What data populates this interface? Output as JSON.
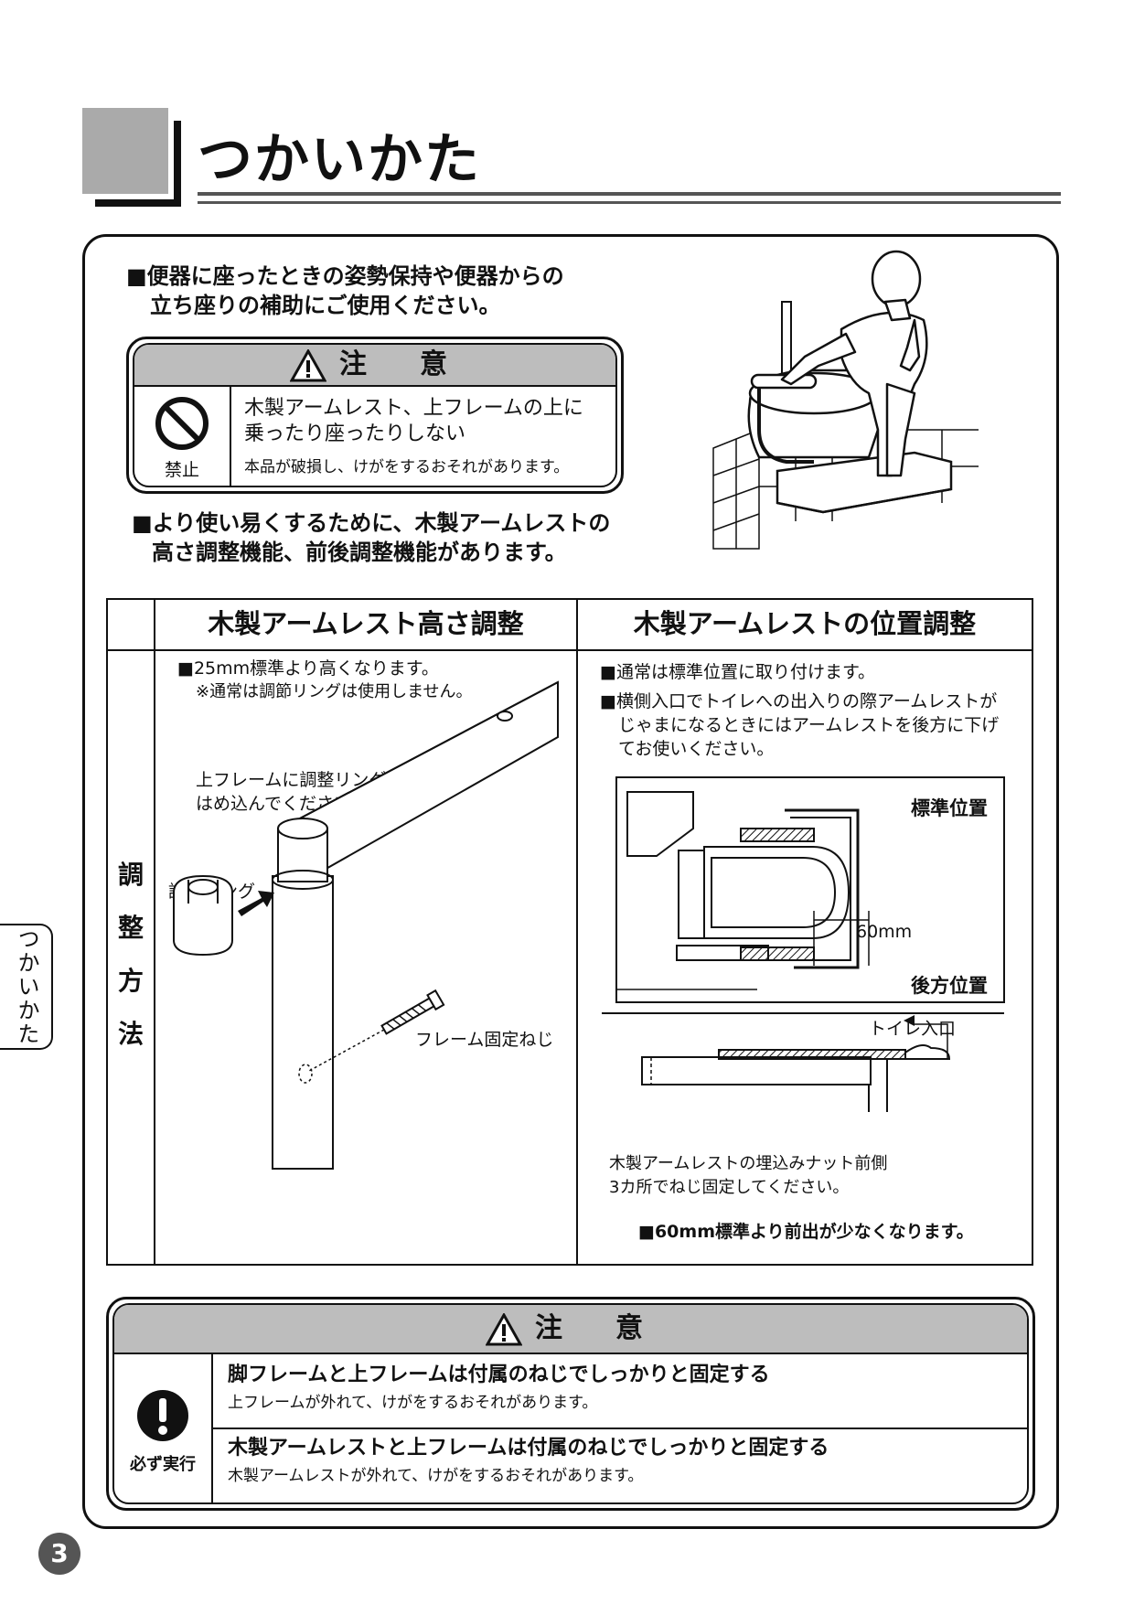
{
  "header": {
    "title": "つかいかた"
  },
  "intro": {
    "line1": "■便器に座ったときの姿勢保持や便器からの",
    "line2": "立ち座りの補助にご使用ください。"
  },
  "caution1": {
    "heading": "注　意",
    "icon_label": "禁止",
    "main_line1": "木製アームレスト、上フレームの上に",
    "main_line2": "乗ったり座ったりしない",
    "sub": "本品が破損し、けがをするおそれがあります。"
  },
  "feature": {
    "line1": "■より使い易くするために、木製アームレストの",
    "line2": "高さ調整機能、前後調整機能があります。"
  },
  "table": {
    "row_label": [
      "調",
      "整",
      "方",
      "法"
    ],
    "height": {
      "heading": "木製アームレスト高さ調整",
      "note1": "■25mm標準より高くなります。",
      "note2": "※通常は調節リングは使用しません。",
      "instr1": "上フレームに調整リングを",
      "instr2": "はめ込んでください。",
      "ring_label": "調整リング",
      "screw_label": "フレーム固定ねじ"
    },
    "position": {
      "heading": "木製アームレストの位置調整",
      "note1": "■通常は標準位置に取り付けます。",
      "note2a": "■横側入口でトイレへの出入りの際アームレストが",
      "note2b": "じゃまになるときにはアームレストを後方に下げ",
      "note2c": "てお使いください。",
      "std_label": "標準位置",
      "rear_label": "後方位置",
      "dim_label": "60mm",
      "entrance_label": "トイレ入口",
      "fix1": "木製アームレストの埋込みナット前側",
      "fix2": "3カ所でねじ固定してください。",
      "note3": "■60mm標準より前出が少なくなります。"
    }
  },
  "caution2": {
    "heading": "注　意",
    "icon_label": "必ず実行",
    "item1_main": "脚フレームと上フレームは付属のねじでしっかりと固定する",
    "item1_sub": "上フレームが外れて、けがをするおそれがあります。",
    "item2_main": "木製アームレストと上フレームは付属のねじでしっかりと固定する",
    "item2_sub": "木製アームレストが外れて、けがをするおそれがあります。"
  },
  "side_tab": "つかいかた",
  "page_number": "3"
}
